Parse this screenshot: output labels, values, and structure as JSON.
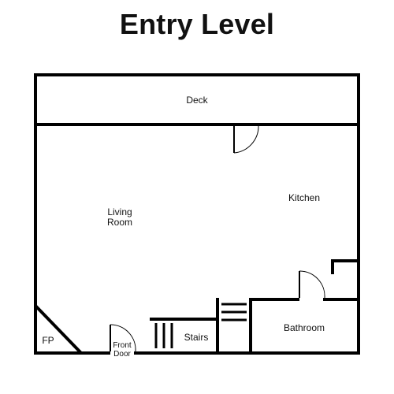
{
  "title": "Entry Level",
  "rooms": {
    "deck": "Deck",
    "living_room_line1": "Living",
    "living_room_line2": "Room",
    "kitchen": "Kitchen",
    "bathroom": "Bathroom",
    "stairs": "Stairs",
    "fireplace": "FP",
    "front_door_line1": "Front",
    "front_door_line2": "Door"
  },
  "colors": {
    "wall": "#000000",
    "background": "#ffffff"
  }
}
